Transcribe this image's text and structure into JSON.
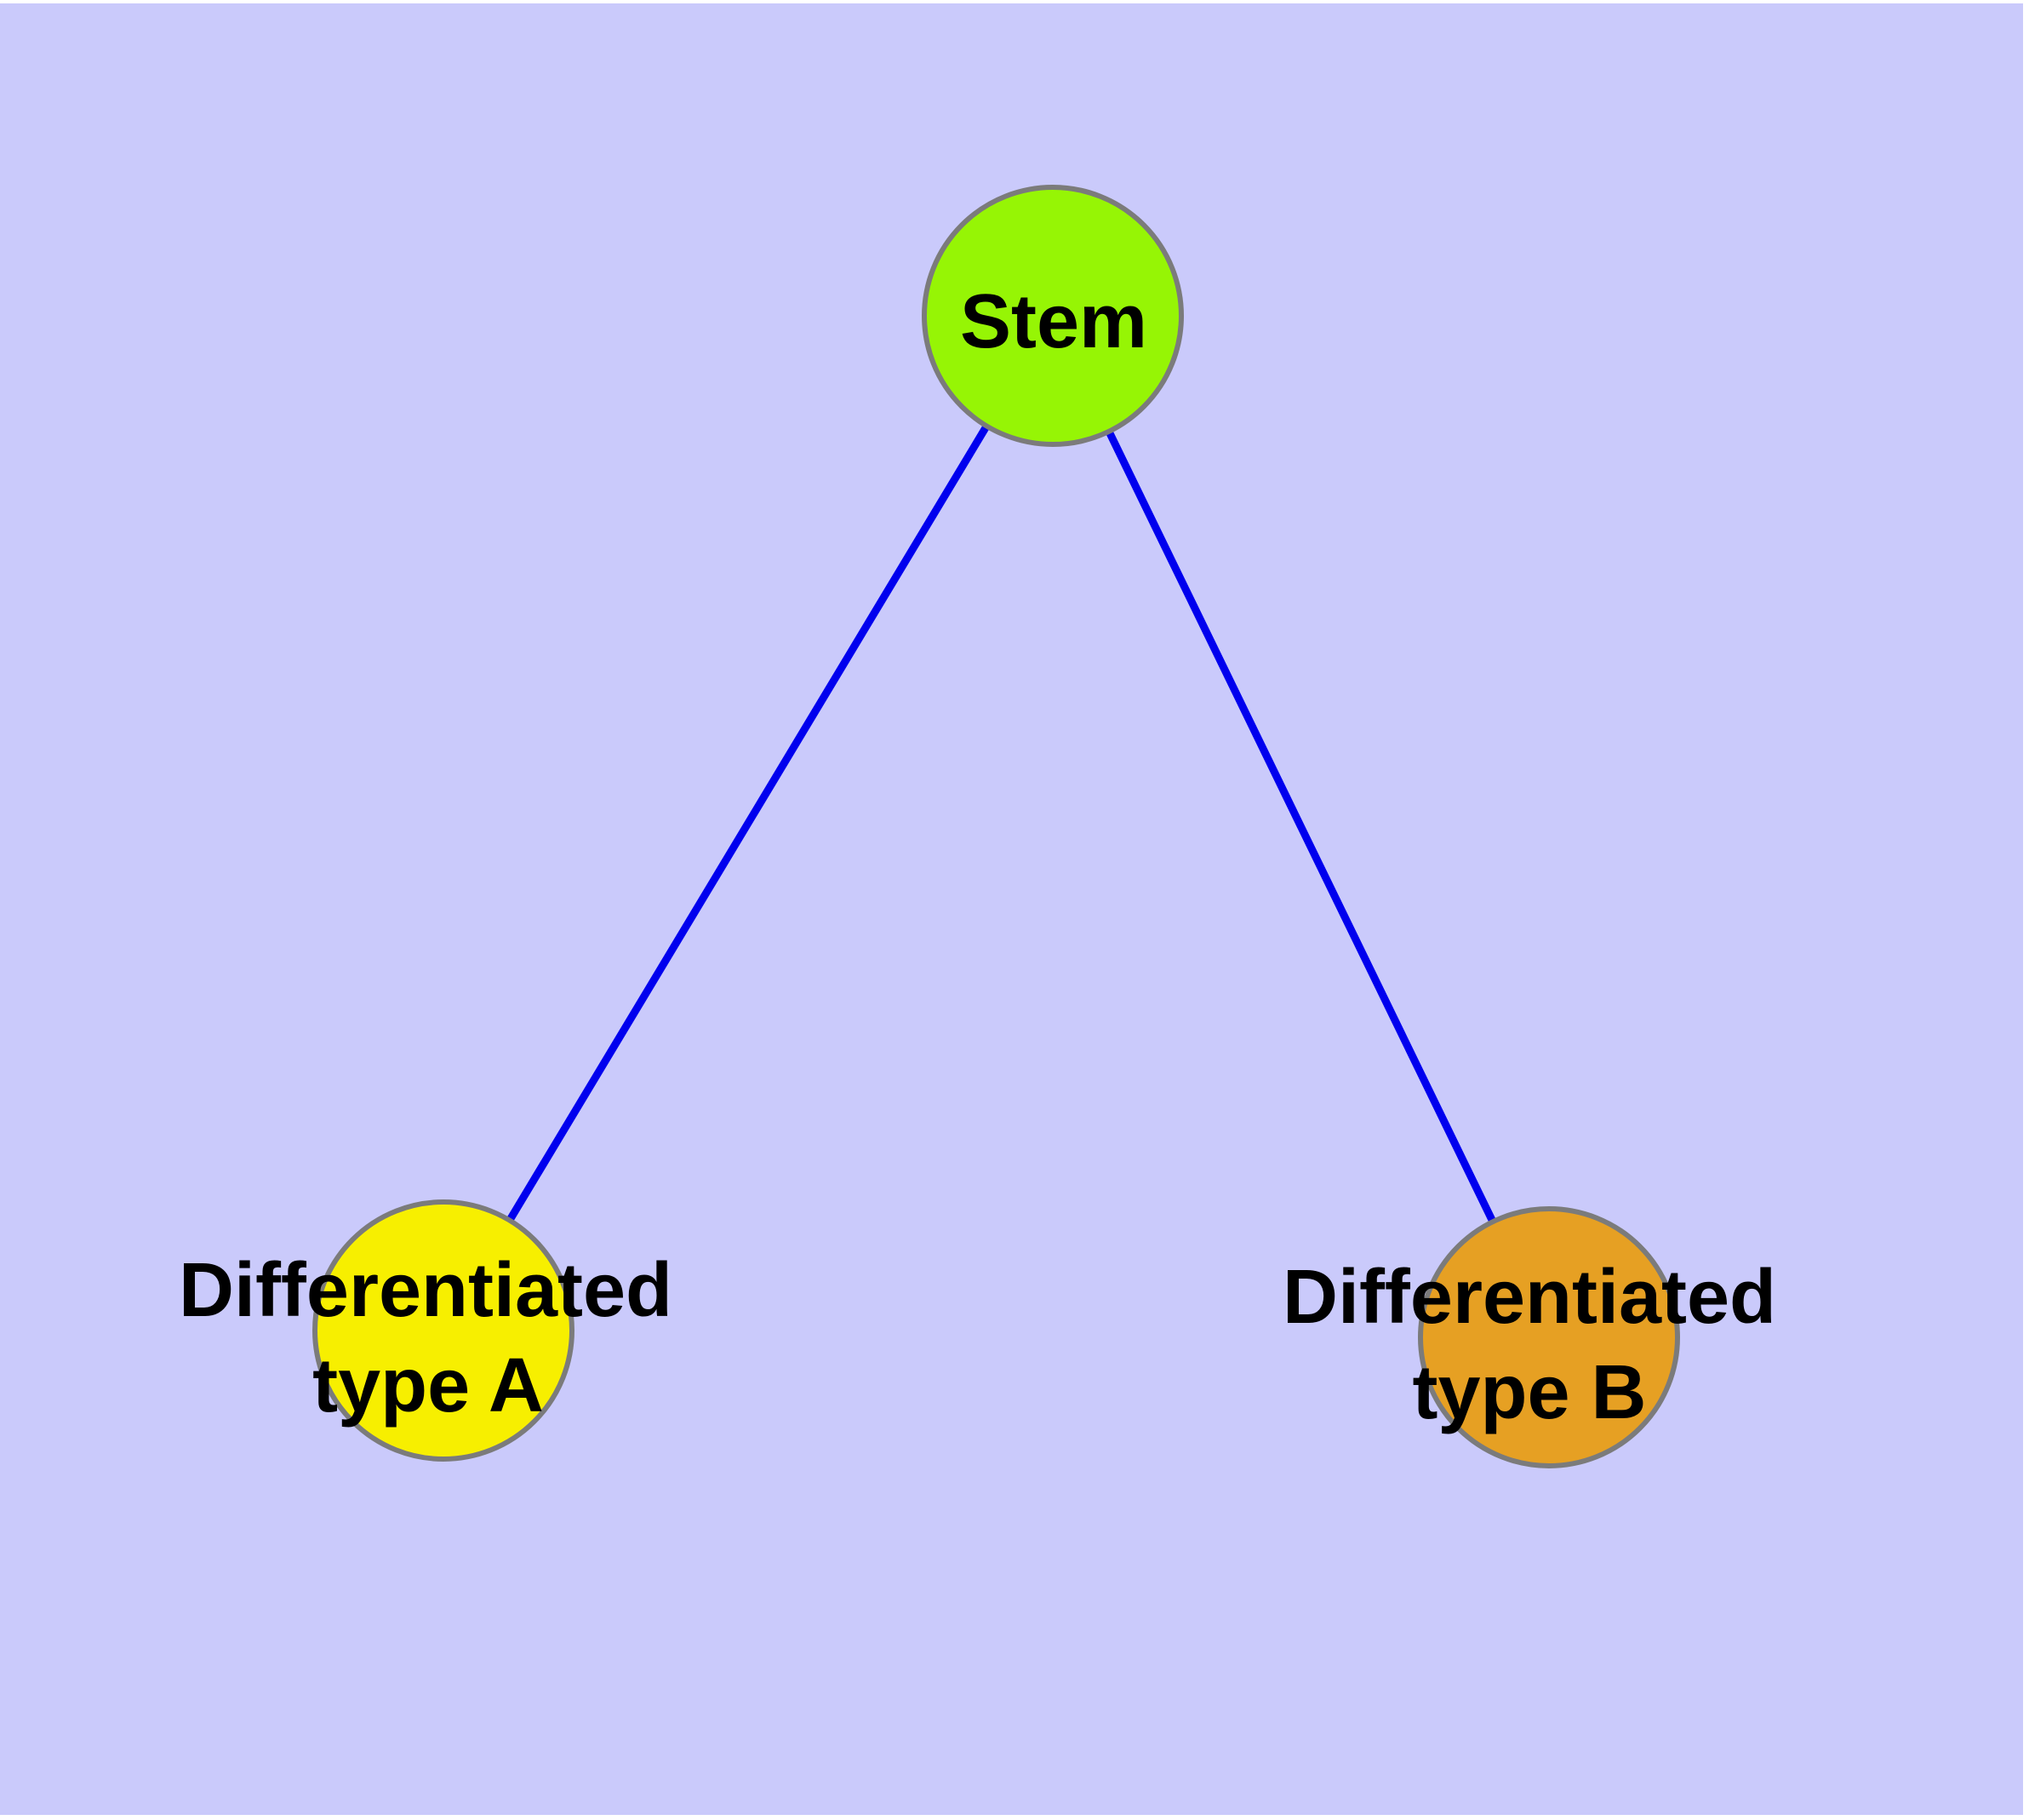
{
  "colors": {
    "page_background": "#ffffff",
    "canvas_background": "#cacafb",
    "edge": "#0000ee",
    "node_border": "#7b7b7b",
    "label_text": "#000000"
  },
  "graph": {
    "nodes": {
      "stem": {
        "label": "Stem",
        "fill": "#96f505"
      },
      "type_a": {
        "line1": "Differentiated",
        "line2": "type A",
        "fill": "#f7ef00"
      },
      "type_b": {
        "line1": "Differentiated",
        "line2": "type B",
        "fill": "#e6a023"
      }
    },
    "edges": [
      {
        "from": "Stem",
        "to": "Differentiated type A"
      },
      {
        "from": "Stem",
        "to": "Differentiated type B"
      }
    ]
  }
}
